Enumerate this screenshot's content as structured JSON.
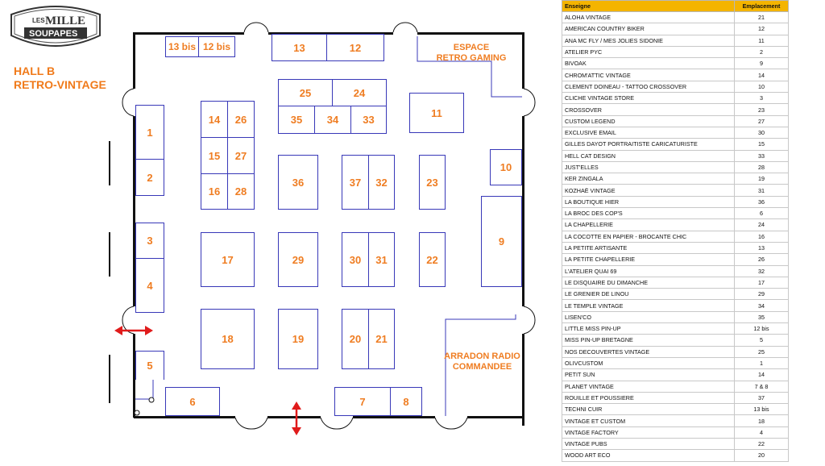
{
  "logo": {
    "top": "LES",
    "middle": "MILLE",
    "bottom": "SOUPAPES"
  },
  "hall": {
    "line1": "HALL B",
    "line2": "RETRO-VINTAGE"
  },
  "zones": {
    "retro_gaming": [
      "ESPACE",
      "RETRO GAMING"
    ],
    "arradon": [
      "ARRADON RADIO",
      "COMMANDEE"
    ]
  },
  "stalls": {
    "s13bis": "13 bis",
    "s12bis": "12 bis",
    "s13": "13",
    "s12": "12",
    "s25": "25",
    "s24": "24",
    "s35": "35",
    "s34": "34",
    "s33": "33",
    "s11": "11",
    "s14": "14",
    "s26": "26",
    "s15": "15",
    "s27": "27",
    "s16": "16",
    "s28": "28",
    "s1": "1",
    "s2": "2",
    "s3": "3",
    "s4": "4",
    "s5": "5",
    "s6": "6",
    "s7": "7",
    "s8": "8",
    "s9": "9",
    "s10": "10",
    "s36": "36",
    "s37": "37",
    "s32": "32",
    "s23": "23",
    "s17": "17",
    "s29": "29",
    "s30": "30",
    "s31": "31",
    "s22": "22",
    "s18": "18",
    "s19": "19",
    "s20": "20",
    "s21": "21"
  },
  "table": {
    "headers": [
      "Enseigne",
      "Emplacement"
    ],
    "rows": [
      [
        "ALOHA VINTAGE",
        "21"
      ],
      [
        "AMERICAN COUNTRY BIKER",
        "12"
      ],
      [
        "ANA MC FLY / MES JOLIES SIDONIE",
        "11"
      ],
      [
        "ATELIER PYC",
        "2"
      ],
      [
        "BIVOAK",
        "9"
      ],
      [
        "CHROM'ATTIC VINTAGE",
        "14"
      ],
      [
        "CLEMENT DOINEAU - TATTOO CROSSOVER",
        "10"
      ],
      [
        "CLICHE VINTAGE STORE",
        "3"
      ],
      [
        "CROSSOVER",
        "23"
      ],
      [
        "CUSTOM LEGEND",
        "27"
      ],
      [
        "EXCLUSIVE EMAIL",
        "30"
      ],
      [
        "GILLES DAYOT PORTRAITISTE CARICATURISTE",
        "15"
      ],
      [
        "HELL CAT DESIGN",
        "33"
      ],
      [
        "JUST'ELLES",
        "28"
      ],
      [
        "KER ZINGALA",
        "19"
      ],
      [
        "KOZHAË VINTAGE",
        "31"
      ],
      [
        "LA BOUTIQUE HIER",
        "36"
      ],
      [
        "LA BROC DES COP'S",
        "6"
      ],
      [
        "LA CHAPELLERIE",
        "24"
      ],
      [
        "LA COCOTTE EN PAPIER -  BROCANTE CHIC",
        "16"
      ],
      [
        "LA PETITE ARTISANTE",
        "13"
      ],
      [
        "LA PETITE CHAPELLERIE",
        "26"
      ],
      [
        "L'ATELIER QUAI 69",
        "32"
      ],
      [
        "LE DISQUAIRE DU DIMANCHE",
        "17"
      ],
      [
        "LE GRENIER DE LINOU",
        "29"
      ],
      [
        "LE TEMPLE VINTAGE",
        "34"
      ],
      [
        "LISEN'CO",
        "35"
      ],
      [
        "LITTLE MISS PIN-UP",
        "12 bis"
      ],
      [
        "MISS PIN-UP BRETAGNE",
        "5"
      ],
      [
        "NOS DECOUVERTES VINTAGE",
        "25"
      ],
      [
        "OLIVCUSTOM",
        "1"
      ],
      [
        "PETIT SUN",
        "14"
      ],
      [
        "PLANET VINTAGE",
        "7 & 8"
      ],
      [
        "ROUILLE ET POUSSIERE",
        "37"
      ],
      [
        "TECHNI CUIR",
        "13 bis"
      ],
      [
        "VINTAGE ET CUSTOM",
        "18"
      ],
      [
        "VINTAGE FACTORY",
        "4"
      ],
      [
        "VINTAGE PUBS",
        "22"
      ],
      [
        "WOOD ART ECO",
        "20"
      ]
    ]
  },
  "colors": {
    "accent": "#ef7d22",
    "stall_border": "#3838b8",
    "header_bg": "#f4b400",
    "wall": "#111111",
    "arrow": "#e01b1b"
  }
}
